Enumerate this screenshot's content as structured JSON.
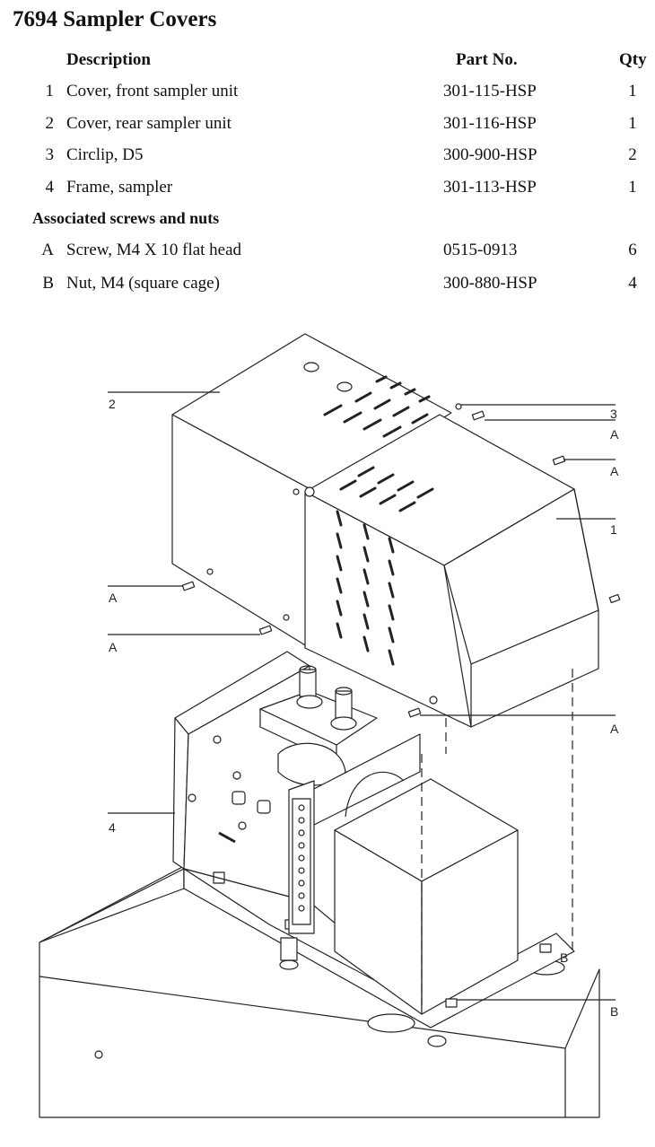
{
  "title": "7694 Sampler Covers",
  "table": {
    "headers": {
      "description": "Description",
      "part_no": "Part No.",
      "qty": "Qty"
    },
    "rows": [
      {
        "idx": "1",
        "description": "Cover, front sampler unit",
        "part_no": "301-115-HSP",
        "qty": "1"
      },
      {
        "idx": "2",
        "description": "Cover, rear sampler unit",
        "part_no": "301-116-HSP",
        "qty": "1"
      },
      {
        "idx": "3",
        "description": "Circlip, D5",
        "part_no": "300-900-HSP",
        "qty": "2"
      },
      {
        "idx": "4",
        "description": "Frame, sampler",
        "part_no": "301-113-HSP",
        "qty": "1"
      }
    ],
    "subheading": "Associated screws and nuts",
    "hardware": [
      {
        "idx": "A",
        "description": "Screw, M4 X 10 flat head",
        "part_no": "0515-0913",
        "qty": "6"
      },
      {
        "idx": "B",
        "description": "Nut, M4 (square cage)",
        "part_no": "300-880-HSP",
        "qty": "4"
      }
    ]
  },
  "diagram": {
    "callouts": {
      "c2": "2",
      "c3": "3",
      "cA1": "A",
      "cA2": "A",
      "c1": "1",
      "cA3": "A",
      "cA4": "A",
      "cA5": "A",
      "c4": "4",
      "cB1": "B",
      "cB2": "B"
    }
  }
}
